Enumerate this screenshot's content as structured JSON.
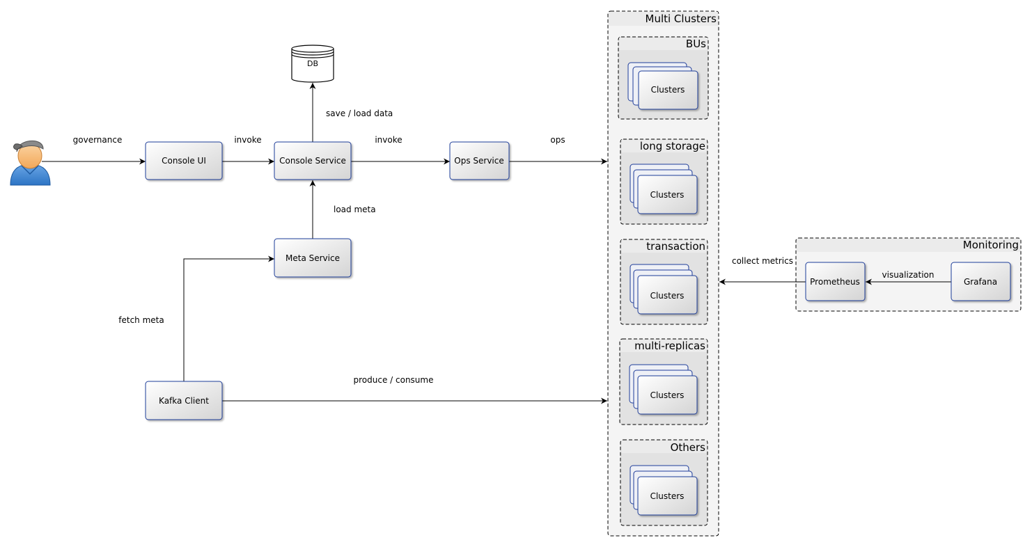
{
  "nodes": {
    "user_icon": "user-icon",
    "console_ui": "Console UI",
    "console_service": "Console Service",
    "ops_service": "Ops Service",
    "meta_service": "Meta Service",
    "kafka_client": "Kafka Client",
    "db": "DB",
    "prometheus": "Prometheus",
    "grafana": "Grafana"
  },
  "edges": {
    "governance": "governance",
    "invoke_1": "invoke",
    "invoke_2": "invoke",
    "ops": "ops",
    "save_load": "save / load data",
    "load_meta": "load meta",
    "fetch_meta": "fetch meta",
    "produce_consume": "produce / consume",
    "collect_metrics": "collect metrics",
    "visualization": "visualization"
  },
  "groups": {
    "multi_clusters": "Multi Clusters",
    "monitoring": "Monitoring",
    "subgroups": [
      {
        "title": "BUs",
        "cluster_label": "Clusters"
      },
      {
        "title": "long storage",
        "cluster_label": "Clusters"
      },
      {
        "title": "transaction",
        "cluster_label": "Clusters"
      },
      {
        "title": "multi-replicas",
        "cluster_label": "Clusters"
      },
      {
        "title": "Others",
        "cluster_label": "Clusters"
      }
    ]
  }
}
